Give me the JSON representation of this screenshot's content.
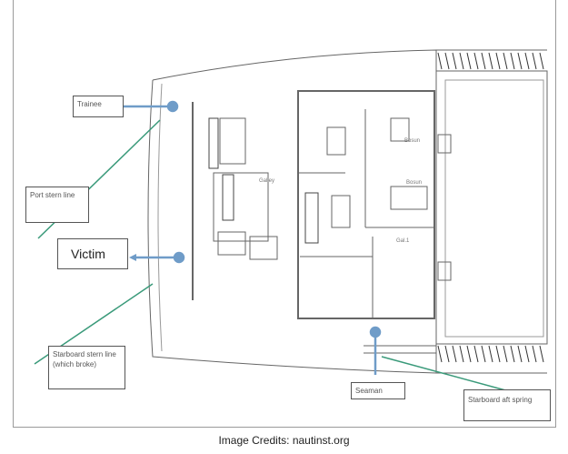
{
  "diagram": {
    "labels": {
      "trainee": "Trainee",
      "port_stern_line": "Port stern line",
      "victim": "Victim",
      "starboard_stern_line": "Starboard stern line (which broke)",
      "seaman": "Seaman",
      "starboard_aft_spring": "Starboard aft spring"
    },
    "rooms": {
      "galley": "Galley",
      "deck_room_1": "Bosun",
      "deck_room_2": "Bosun",
      "gal": "Gal.1"
    },
    "colors": {
      "marker": "#6f9cc8",
      "line": "#3a9a7a",
      "plan": "#555555"
    }
  },
  "caption": "Image Credits: nautinst.org"
}
